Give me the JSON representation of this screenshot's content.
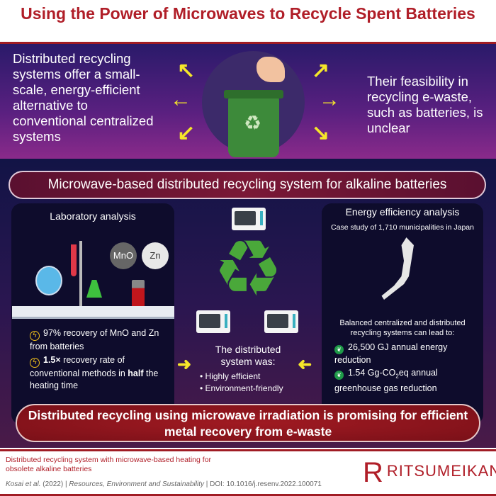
{
  "title": "Using the Power of Microwaves to Recycle Spent Batteries",
  "intro": {
    "left": "Distributed recycling systems offer a small-scale, energy-efficient alternative to conventional centralized systems",
    "right": "Their feasibility in recycling e-waste, such as batteries, is unclear"
  },
  "heading": "Microwave-based distributed recycling system for alkaline batteries",
  "lab": {
    "title": "Laboratory analysis",
    "mno": "MnO",
    "zn": "Zn",
    "b1": "97% recovery of MnO and Zn from batteries",
    "b2_bold": "1.5×",
    "b2a": " recovery rate of conventional methods in ",
    "b2_bold2": "half",
    "b2b": " the heating time"
  },
  "center": {
    "title": "The distributed system was:",
    "items": [
      "Highly efficient",
      "Environment-friendly"
    ]
  },
  "energy": {
    "title": "Energy efficiency analysis",
    "subtitle": "Case study of 1,710 municipalities in Japan",
    "lead": "Balanced centralized and distributed recycling systems can lead to:",
    "b1": "26,500 GJ annual energy reduction",
    "b2a": "1.54 Gg-CO",
    "b2sub": "2",
    "b2b": "eq annual greenhouse gas reduction"
  },
  "conclusion": "Distributed recycling using microwave irradiation is promising for efficient metal recovery from e-waste",
  "footer": {
    "paper_title": "Distributed recycling system with microwave-based heating for obsolete alkaline batteries",
    "authors": "Kosai et al.",
    "year": " (2022) | ",
    "journal": "Resources, Environment and Sustainability",
    "doi": " | DOI: 10.1016/j.resenv.2022.100071",
    "logo_letter": "R",
    "logo": "RITSUMEIKAN"
  },
  "colors": {
    "accent": "#b01e28",
    "arrow": "#f5e62a",
    "leaf": "#1e9a48"
  }
}
